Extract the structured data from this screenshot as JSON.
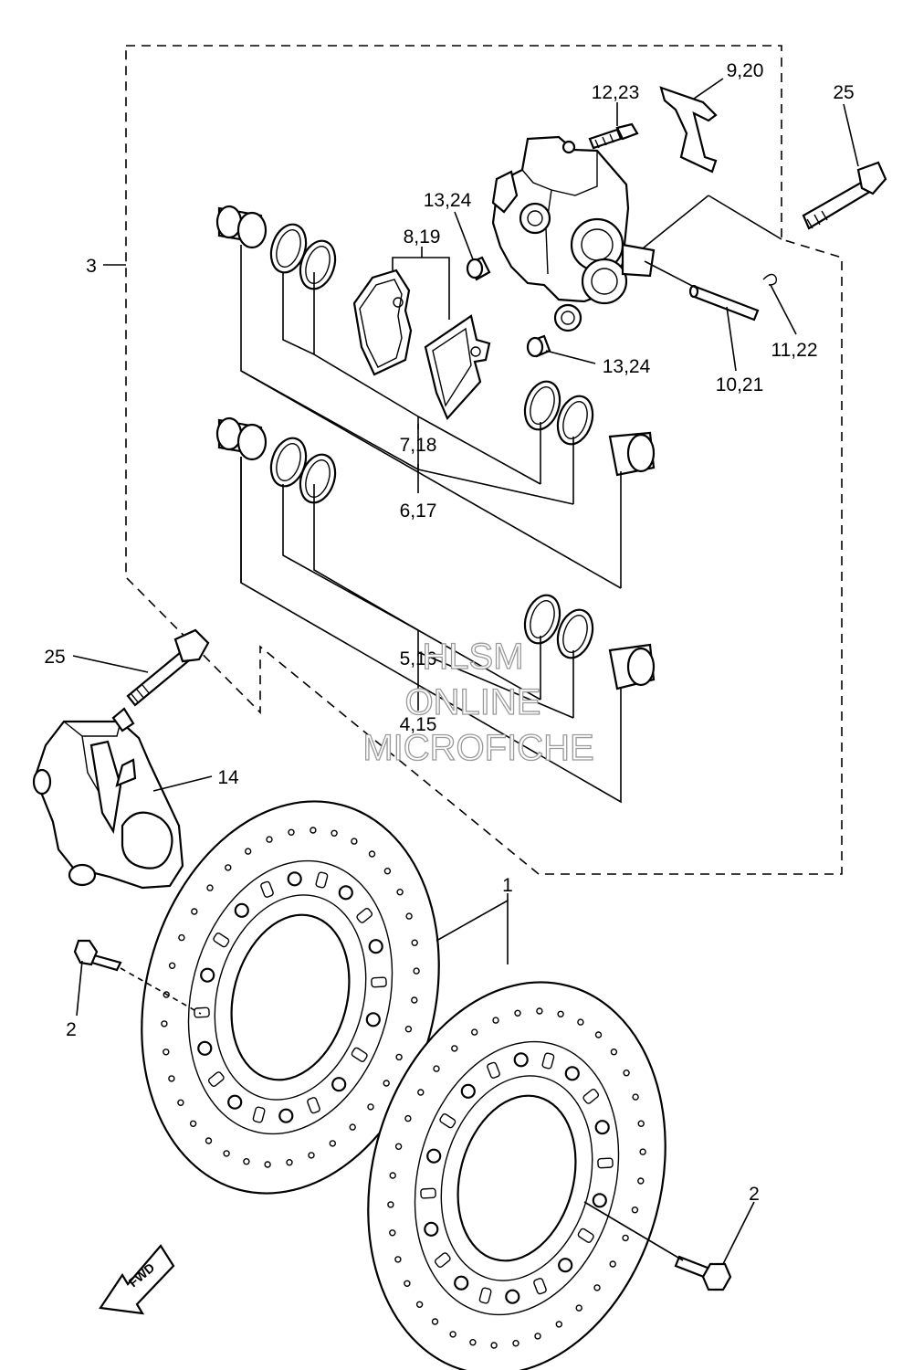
{
  "labels": {
    "p1": "1",
    "p2_left": "2",
    "p2_right": "2",
    "p3": "3",
    "p4_15": "4,15",
    "p5_16": "5,16",
    "p6_17": "6,17",
    "p7_18": "7,18",
    "p8_19": "8,19",
    "p9_20": "9,20",
    "p10_21": "10,21",
    "p11_22": "11,22",
    "p12_23": "12,23",
    "p13_24_upper": "13,24",
    "p13_24_lower": "13,24",
    "p14": "14",
    "p25_right": "25",
    "p25_left": "25"
  },
  "fwd_arrow": "FWD",
  "watermark": {
    "line1": "HLSM",
    "line2": "ONLINE",
    "line3": "MICROFICHE"
  }
}
